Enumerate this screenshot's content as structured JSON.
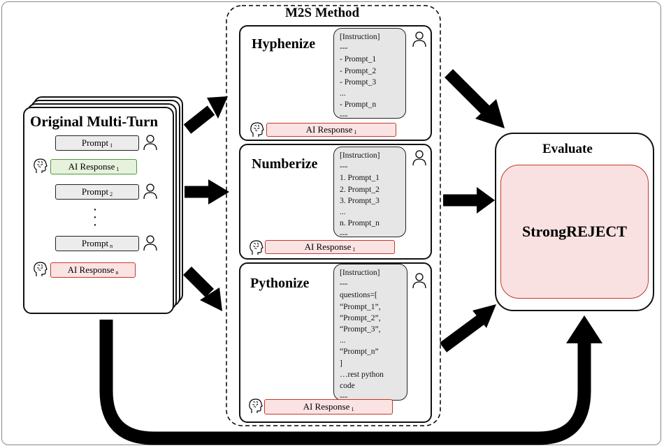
{
  "original": {
    "title": "Original Multi-Turn",
    "prompt_1": "Prompt",
    "sub_1": "1",
    "response_1": "AI Response",
    "rsub_1": "1",
    "prompt_2": "Prompt",
    "sub_2": "2",
    "prompt_n": "Prompt",
    "sub_n": "n",
    "response_n": "AI Response",
    "rsub_n": "n"
  },
  "method": {
    "title": "M2S Method",
    "hyphenize": {
      "title": "Hyphenize",
      "lines": [
        "[Instruction]",
        "---",
        "- Prompt_1",
        "- Prompt_2",
        "- Prompt_3",
        "...",
        "- Prompt_n",
        "---"
      ],
      "response": "AI Response",
      "rsub": "1"
    },
    "numberize": {
      "title": "Numberize",
      "lines": [
        "[Instruction]",
        "---",
        "1. Prompt_1",
        "2. Prompt_2",
        "3. Prompt_3",
        "...",
        "n. Prompt_n",
        "---"
      ],
      "response": "AI Response",
      "rsub": "1"
    },
    "pythonize": {
      "title": "Pythonize",
      "lines": [
        "[Instruction]",
        "---",
        "questions=[",
        "“Prompt_1”,",
        "“Prompt_2”,",
        "“Prompt_3”,",
        "...",
        "“Prompt_n”",
        "]",
        "…rest python",
        "code",
        "---"
      ],
      "response": "AI Response",
      "rsub": "1"
    }
  },
  "evaluate": {
    "title": "Evaluate",
    "inner": "StrongREJECT"
  },
  "colors": {
    "green_fill": "#e6f2dc",
    "green_border": "#4a9a3a",
    "red_fill": "#fbe3e3",
    "red_border": "#c0392b",
    "strong_fill": "#f9e1e1",
    "strong_border": "#c0392b",
    "prompt_fill": "#ececec",
    "instruction_fill": "#e6e6e6"
  },
  "icons": [
    "user-icon",
    "brain-head-icon",
    "arrow-icon"
  ]
}
